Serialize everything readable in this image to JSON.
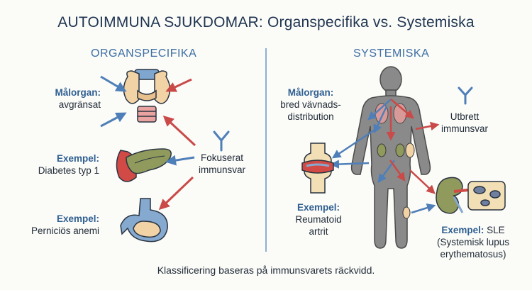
{
  "title": "AUTOIMMUNA SJUKDOMAR: Organspecifika vs. Systemiska",
  "left": {
    "heading": "ORGANSPECIFIKA",
    "target_key": "Målorgan:",
    "target_val": "avgränsat",
    "ex1_key": "Exempel:",
    "ex1_val": "Diabetes typ 1",
    "ex2_key": "Exempel:",
    "ex2_val": "Perniciös anemi",
    "response_line1": "Fokuserat",
    "response_line2": "immunsvar"
  },
  "right": {
    "heading": "SYSTEMISKA",
    "target_key": "Målorgan:",
    "target_line1": "bred vävnads-",
    "target_line2": "distribution",
    "response_line1": "Utbrett",
    "response_line2": "immunsvar",
    "ex1_key": "Exempel:",
    "ex1_line1": "Reumatoid",
    "ex1_line2": "artrit",
    "ex2_key": "Exempel:",
    "ex2_val": "SLE",
    "ex2_line2": "(Systemisk lupus",
    "ex2_line3": "erythematosus)"
  },
  "footer": "Klassificering baseras på immunsvarets räckvidd.",
  "colors": {
    "heading_blue": "#3d6fa3",
    "arrow_blue": "#4f7fb8",
    "arrow_red": "#c94a48",
    "body_gray": "#8a8a8a",
    "divider": "#8fb0d2"
  }
}
